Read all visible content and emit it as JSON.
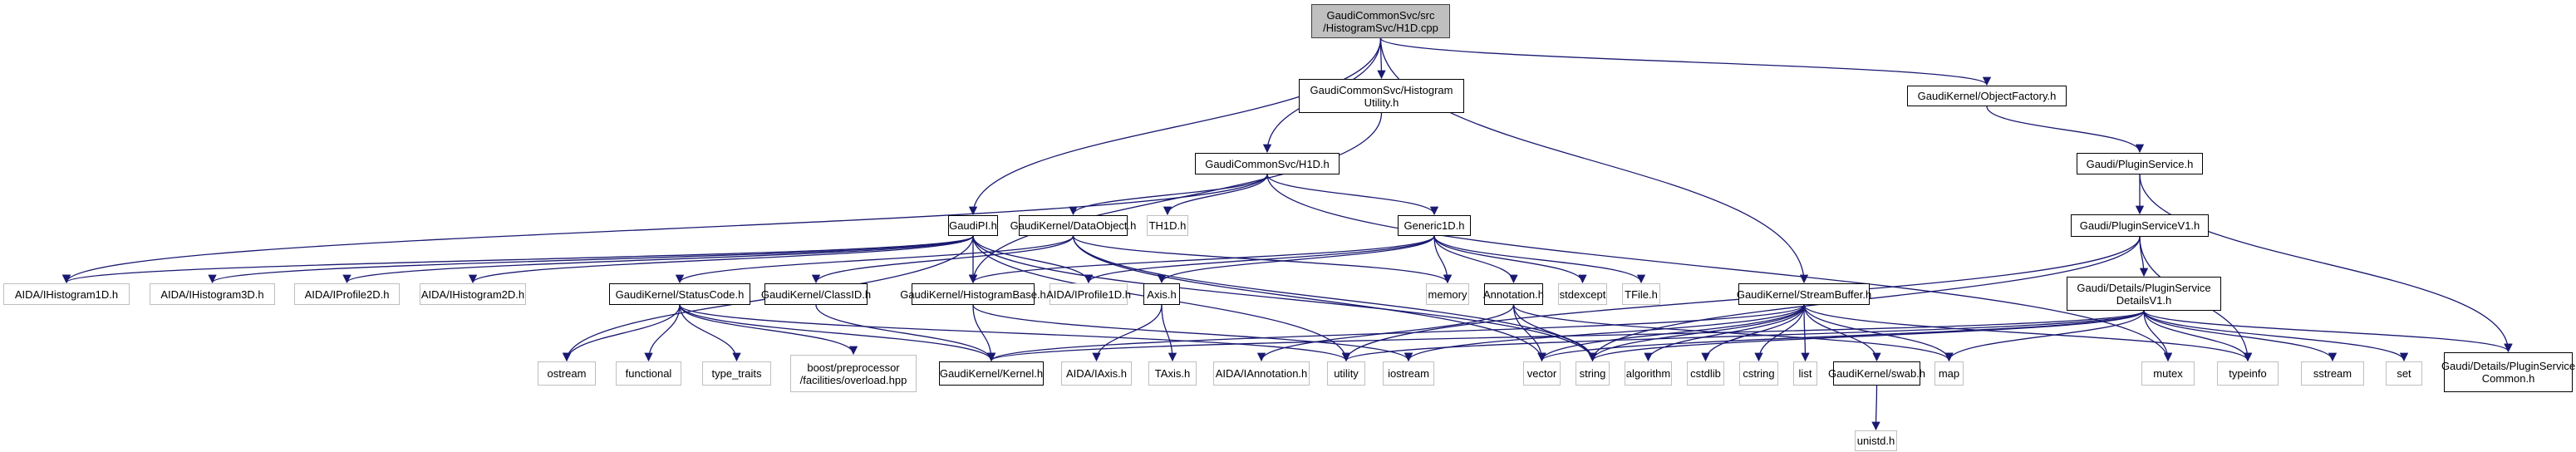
{
  "graph": {
    "edge_color": "#191970",
    "root_fill": "#bfbfbf",
    "nodes": [
      {
        "id": "h1dcpp",
        "label": "GaudiCommonSvc/src\n/HistogramSvc/H1D.cpp",
        "kind": "root"
      },
      {
        "id": "histutil",
        "label": "GaudiCommonSvc/Histogram\nUtility.h",
        "kind": "doc"
      },
      {
        "id": "objfactory",
        "label": "GaudiKernel/ObjectFactory.h",
        "kind": "doc"
      },
      {
        "id": "h1dh",
        "label": "GaudiCommonSvc/H1D.h",
        "kind": "doc"
      },
      {
        "id": "pluginsvc",
        "label": "Gaudi/PluginService.h",
        "kind": "doc"
      },
      {
        "id": "gaudipi",
        "label": "GaudiPI.h",
        "kind": "doc"
      },
      {
        "id": "dataobject",
        "label": "GaudiKernel/DataObject.h",
        "kind": "doc"
      },
      {
        "id": "th1d",
        "label": "TH1D.h",
        "kind": "ext"
      },
      {
        "id": "generic1d",
        "label": "Generic1D.h",
        "kind": "doc"
      },
      {
        "id": "pluginsvcv1",
        "label": "Gaudi/PluginServiceV1.h",
        "kind": "doc"
      },
      {
        "id": "ihist1d",
        "label": "AIDA/IHistogram1D.h",
        "kind": "ext"
      },
      {
        "id": "ihist3d",
        "label": "AIDA/IHistogram3D.h",
        "kind": "ext"
      },
      {
        "id": "iprof2d",
        "label": "AIDA/IProfile2D.h",
        "kind": "ext"
      },
      {
        "id": "ihist2d",
        "label": "AIDA/IHistogram2D.h",
        "kind": "ext"
      },
      {
        "id": "statuscode",
        "label": "GaudiKernel/StatusCode.h",
        "kind": "doc"
      },
      {
        "id": "classid",
        "label": "GaudiKernel/ClassID.h",
        "kind": "doc"
      },
      {
        "id": "histbase",
        "label": "GaudiKernel/HistogramBase.h",
        "kind": "doc"
      },
      {
        "id": "iprof1d",
        "label": "AIDA/IProfile1D.h",
        "kind": "ext"
      },
      {
        "id": "axis",
        "label": "Axis.h",
        "kind": "doc"
      },
      {
        "id": "memory",
        "label": "memory",
        "kind": "ext"
      },
      {
        "id": "annotation",
        "label": "Annotation.h",
        "kind": "doc"
      },
      {
        "id": "stdexcept",
        "label": "stdexcept",
        "kind": "ext"
      },
      {
        "id": "tfile",
        "label": "TFile.h",
        "kind": "ext"
      },
      {
        "id": "streambuffer",
        "label": "GaudiKernel/StreamBuffer.h",
        "kind": "doc"
      },
      {
        "id": "detailsv1",
        "label": "Gaudi/Details/PluginService\nDetailsV1.h",
        "kind": "doc"
      },
      {
        "id": "ostream",
        "label": "ostream",
        "kind": "ext"
      },
      {
        "id": "functional",
        "label": "functional",
        "kind": "ext"
      },
      {
        "id": "typetraits",
        "label": "type_traits",
        "kind": "ext"
      },
      {
        "id": "boostoverload",
        "label": "boost/preprocessor\n/facilities/overload.hpp",
        "kind": "ext"
      },
      {
        "id": "kernel",
        "label": "GaudiKernel/Kernel.h",
        "kind": "doc"
      },
      {
        "id": "iaxis",
        "label": "AIDA/IAxis.h",
        "kind": "ext"
      },
      {
        "id": "taxis",
        "label": "TAxis.h",
        "kind": "ext"
      },
      {
        "id": "iannotation",
        "label": "AIDA/IAnnotation.h",
        "kind": "ext"
      },
      {
        "id": "utility",
        "label": "utility",
        "kind": "ext"
      },
      {
        "id": "iostream",
        "label": "iostream",
        "kind": "ext"
      },
      {
        "id": "vector",
        "label": "vector",
        "kind": "ext"
      },
      {
        "id": "string",
        "label": "string",
        "kind": "ext"
      },
      {
        "id": "algorithm",
        "label": "algorithm",
        "kind": "ext"
      },
      {
        "id": "cstdlib",
        "label": "cstdlib",
        "kind": "ext"
      },
      {
        "id": "cstring",
        "label": "cstring",
        "kind": "ext"
      },
      {
        "id": "list",
        "label": "list",
        "kind": "ext"
      },
      {
        "id": "swab",
        "label": "GaudiKernel/swab.h",
        "kind": "doc"
      },
      {
        "id": "map",
        "label": "map",
        "kind": "ext"
      },
      {
        "id": "mutex",
        "label": "mutex",
        "kind": "ext"
      },
      {
        "id": "typeinfo",
        "label": "typeinfo",
        "kind": "ext"
      },
      {
        "id": "sstream",
        "label": "sstream",
        "kind": "ext"
      },
      {
        "id": "set",
        "label": "set",
        "kind": "ext"
      },
      {
        "id": "pscommon",
        "label": "Gaudi/Details/PluginService\nCommon.h",
        "kind": "doc"
      },
      {
        "id": "unistd",
        "label": "unistd.h",
        "kind": "ext"
      }
    ],
    "edges": [
      [
        "h1dcpp",
        "histutil"
      ],
      [
        "h1dcpp",
        "objfactory"
      ],
      [
        "h1dcpp",
        "h1dh"
      ],
      [
        "h1dcpp",
        "gaudipi"
      ],
      [
        "h1dcpp",
        "streambuffer"
      ],
      [
        "histutil",
        "histbase"
      ],
      [
        "objfactory",
        "pluginsvc"
      ],
      [
        "pluginsvc",
        "pluginsvcv1"
      ],
      [
        "pluginsvc",
        "pscommon"
      ],
      [
        "pluginsvcv1",
        "detailsv1"
      ],
      [
        "pluginsvcv1",
        "typeinfo"
      ],
      [
        "pluginsvcv1",
        "string"
      ],
      [
        "pluginsvcv1",
        "utility"
      ],
      [
        "detailsv1",
        "pscommon"
      ],
      [
        "detailsv1",
        "typeinfo"
      ],
      [
        "detailsv1",
        "sstream"
      ],
      [
        "detailsv1",
        "set"
      ],
      [
        "detailsv1",
        "map"
      ],
      [
        "detailsv1",
        "mutex"
      ],
      [
        "detailsv1",
        "string"
      ],
      [
        "detailsv1",
        "utility"
      ],
      [
        "detailsv1",
        "vector"
      ],
      [
        "detailsv1",
        "kernel"
      ],
      [
        "h1dh",
        "ihist1d"
      ],
      [
        "h1dh",
        "dataobject"
      ],
      [
        "h1dh",
        "th1d"
      ],
      [
        "h1dh",
        "generic1d"
      ],
      [
        "h1dh",
        "mutex"
      ],
      [
        "gaudipi",
        "ihist1d"
      ],
      [
        "gaudipi",
        "ihist3d"
      ],
      [
        "gaudipi",
        "iprof2d"
      ],
      [
        "gaudipi",
        "ihist2d"
      ],
      [
        "gaudipi",
        "histbase"
      ],
      [
        "gaudipi",
        "iprof1d"
      ],
      [
        "gaudipi",
        "ostream"
      ],
      [
        "gaudipi",
        "utility"
      ],
      [
        "gaudipi",
        "string"
      ],
      [
        "dataobject",
        "statuscode"
      ],
      [
        "dataobject",
        "classid"
      ],
      [
        "dataobject",
        "memory"
      ],
      [
        "dataobject",
        "string"
      ],
      [
        "dataobject",
        "vector"
      ],
      [
        "generic1d",
        "histbase"
      ],
      [
        "generic1d",
        "iprof1d"
      ],
      [
        "generic1d",
        "axis"
      ],
      [
        "generic1d",
        "memory"
      ],
      [
        "generic1d",
        "annotation"
      ],
      [
        "generic1d",
        "stdexcept"
      ],
      [
        "generic1d",
        "tfile"
      ],
      [
        "statuscode",
        "ostream"
      ],
      [
        "statuscode",
        "functional"
      ],
      [
        "statuscode",
        "typetraits"
      ],
      [
        "statuscode",
        "boostoverload"
      ],
      [
        "statuscode",
        "kernel"
      ],
      [
        "statuscode",
        "utility"
      ],
      [
        "classid",
        "kernel"
      ],
      [
        "histbase",
        "kernel"
      ],
      [
        "histbase",
        "iostream"
      ],
      [
        "axis",
        "iaxis"
      ],
      [
        "axis",
        "taxis"
      ],
      [
        "annotation",
        "iannotation"
      ],
      [
        "annotation",
        "string"
      ],
      [
        "annotation",
        "vector"
      ],
      [
        "annotation",
        "map"
      ],
      [
        "streambuffer",
        "algorithm"
      ],
      [
        "streambuffer",
        "cstdlib"
      ],
      [
        "streambuffer",
        "cstring"
      ],
      [
        "streambuffer",
        "list"
      ],
      [
        "streambuffer",
        "swab"
      ],
      [
        "streambuffer",
        "map"
      ],
      [
        "streambuffer",
        "string"
      ],
      [
        "streambuffer",
        "vector"
      ],
      [
        "streambuffer",
        "iostream"
      ],
      [
        "streambuffer",
        "typeinfo"
      ],
      [
        "streambuffer",
        "kernel"
      ],
      [
        "swab",
        "unistd"
      ]
    ]
  }
}
